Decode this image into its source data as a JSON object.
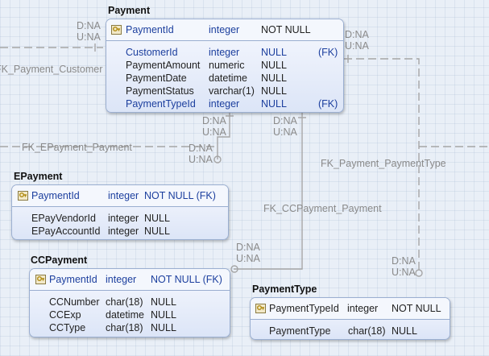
{
  "entities": {
    "payment": {
      "title": "Payment",
      "pk": {
        "name": "PaymentId",
        "type": "integer",
        "constraint": "NOT NULL",
        "key": ""
      },
      "columns": [
        {
          "name": "CustomerId",
          "type": "integer",
          "constraint": "NULL",
          "key": "(FK)"
        },
        {
          "name": "PaymentAmount",
          "type": "numeric",
          "constraint": "NULL",
          "key": ""
        },
        {
          "name": "PaymentDate",
          "type": "datetime",
          "constraint": "NULL",
          "key": ""
        },
        {
          "name": "PaymentStatus",
          "type": "varchar(1)",
          "constraint": "NULL",
          "key": ""
        },
        {
          "name": "PaymentTypeId",
          "type": "integer",
          "constraint": "NULL",
          "key": "(FK)"
        }
      ]
    },
    "epayment": {
      "title": "EPayment",
      "pk": {
        "name": "PaymentId",
        "type": "integer",
        "constraint": "NOT NULL (FK)"
      },
      "columns": [
        {
          "name": "EPayVendorId",
          "type": "integer",
          "constraint": "NULL"
        },
        {
          "name": "EPayAccountId",
          "type": "integer",
          "constraint": "NULL"
        }
      ]
    },
    "ccpayment": {
      "title": "CCPayment",
      "pk": {
        "name": "PaymentId",
        "type": "integer",
        "constraint": "NOT NULL (FK)"
      },
      "columns": [
        {
          "name": "CCNumber",
          "type": "char(18)",
          "constraint": "NULL"
        },
        {
          "name": "CCExp",
          "type": "datetime",
          "constraint": "NULL"
        },
        {
          "name": "CCType",
          "type": "char(18)",
          "constraint": "NULL"
        }
      ]
    },
    "paymenttype": {
      "title": "PaymentType",
      "pk": {
        "name": "PaymentTypeId",
        "type": "integer",
        "constraint": "NOT NULL"
      },
      "columns": [
        {
          "name": "PaymentType",
          "type": "char(18)",
          "constraint": "NULL"
        }
      ]
    }
  },
  "relationships": {
    "payment_customer": "FK_Payment_Customer",
    "epayment_payment": "FK_EPayment_Payment",
    "payment_paymenttype": "FK_Payment_PaymentType",
    "ccpayment_payment": "FK_CCPayment_Payment"
  },
  "cardinality": {
    "line1": "D:NA",
    "line2": "U:NA"
  },
  "colors": {
    "relationship_line": "#a0a0a0",
    "column_text": "#1c3f9e",
    "entity_border": "#9aaed0"
  },
  "icons": {
    "primary_key": "key-icon"
  }
}
